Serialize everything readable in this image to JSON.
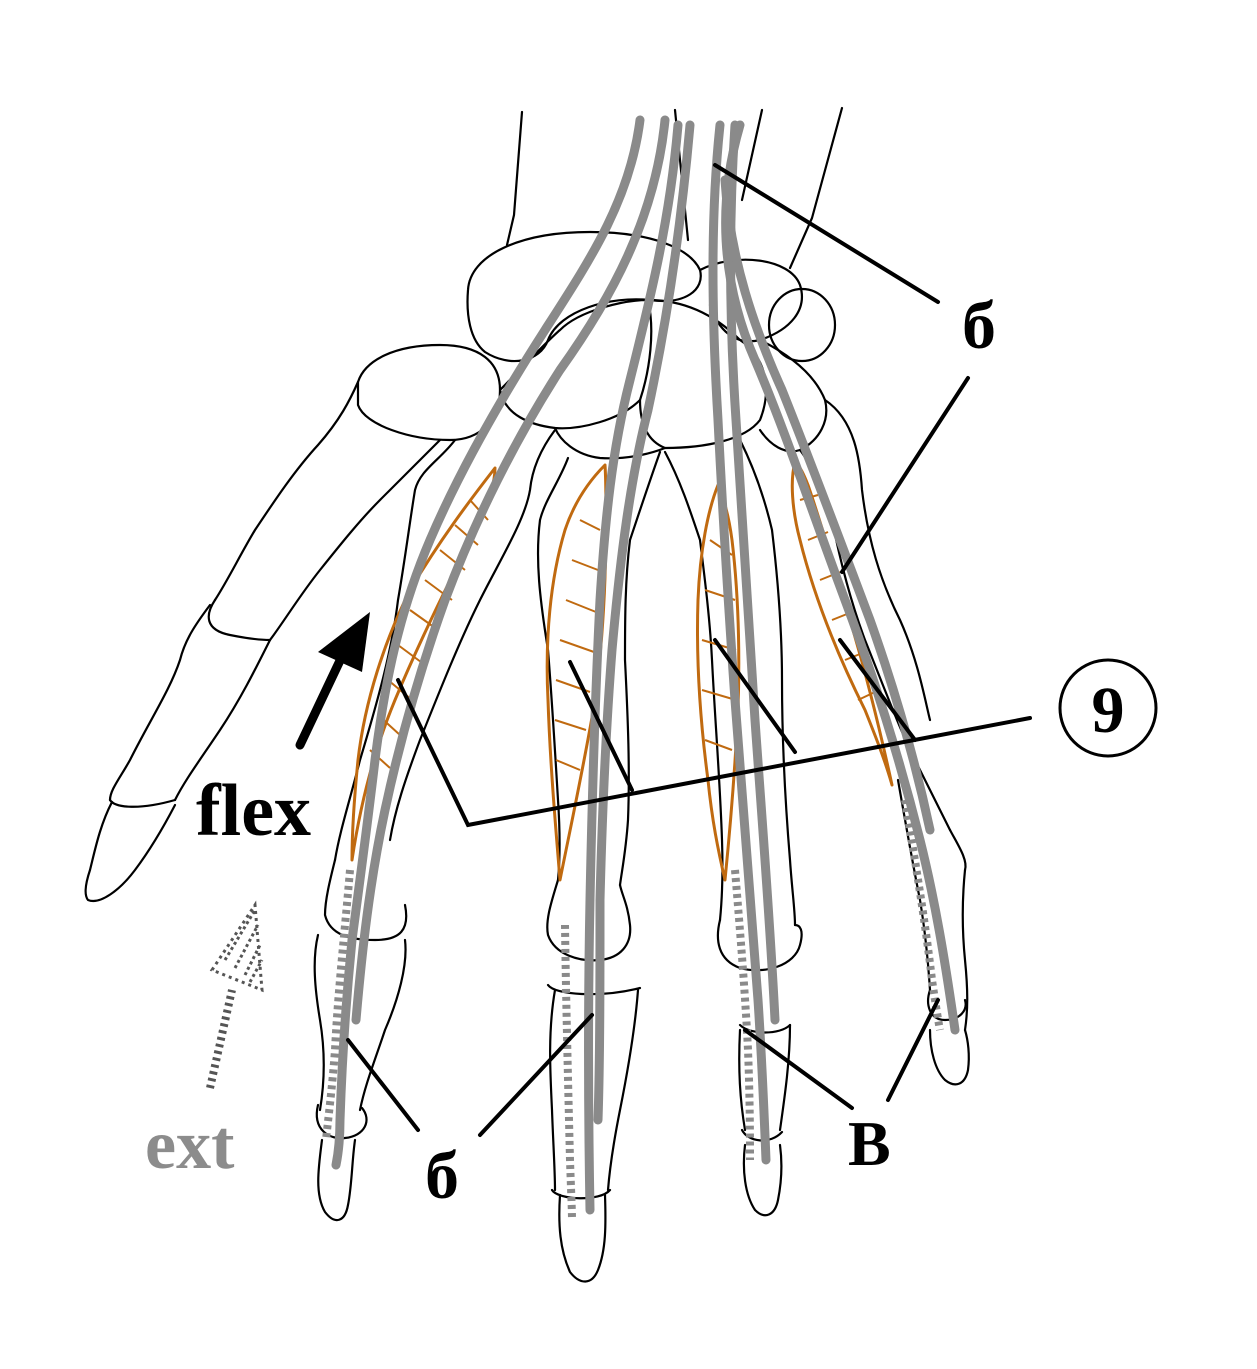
{
  "labels": {
    "top_right_b": "б",
    "circled_number": "9",
    "flex": "flex",
    "ext": "ext",
    "bottom_b": "б",
    "bottom_v": "В"
  },
  "colors": {
    "outline": "#000000",
    "tendon": "#8a8a8a",
    "lumbrical": "#c06a10",
    "ext_text": "#8c8c8c",
    "label_text": "#000000"
  },
  "icons": {
    "flex_arrow": "solid-arrow-up-right",
    "ext_arrow": "dashed-arrow-up-right"
  }
}
